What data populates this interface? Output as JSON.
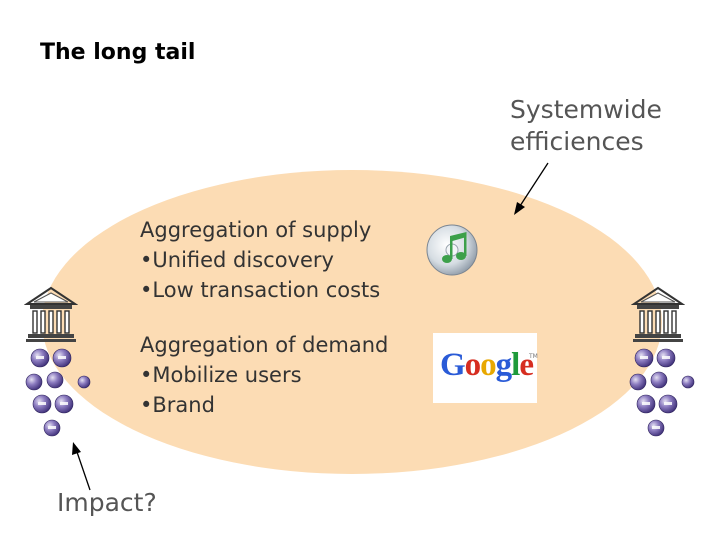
{
  "title": "The long tail",
  "systemwide": [
    "Systemwide",
    "efficiences"
  ],
  "supply": {
    "heading": "Aggregation of supply",
    "bullets": [
      "•Unified discovery",
      "•Low transaction costs"
    ]
  },
  "demand": {
    "heading": "Aggregation of demand",
    "bullets": [
      "•Mobilize users",
      "•Brand"
    ]
  },
  "impact": "Impact?",
  "google_logo": {
    "letters": [
      "G",
      "o",
      "o",
      "g",
      "l",
      "e"
    ],
    "colors": [
      "#2a5bd7",
      "#d62d20",
      "#e8a800",
      "#2a5bd7",
      "#1e9a3a",
      "#d62d20"
    ],
    "tm": "TM"
  },
  "colors": {
    "ellipse_fill": "#fcdcb4",
    "user_ball": "#7462a8",
    "user_ball_light": "#e4e0f2",
    "cd_note": "#3ca04a"
  },
  "icons": [
    "library-building-icon",
    "user-group-icon",
    "itunes-cd-icon",
    "google-logo"
  ]
}
